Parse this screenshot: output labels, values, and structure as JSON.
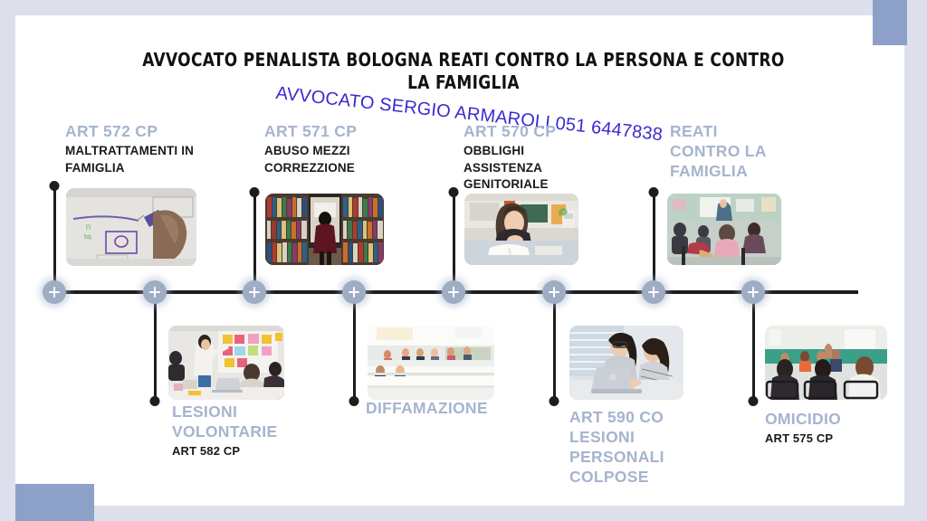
{
  "slide": {
    "title": "AVVOCATO PENALISTA BOLOGNA REATI CONTRO LA PERSONA E CONTRO LA FAMIGLIA",
    "watermark": "AVVOCATO SERGIO ARMAROLI 051 6447838",
    "background_color": "#dde0ec",
    "card_color": "#ffffff",
    "accent_color": "#8da0c8",
    "heading_color": "#a6b4ce",
    "subtitle_color": "#1a1a1a",
    "axis_color": "#1d1d1d",
    "node_color": "#9fadc4",
    "watermark_color": "#3a2ad0"
  },
  "timeline": {
    "node_count": 8,
    "node_icon": "plus-icon",
    "entries": [
      {
        "id": "art-572",
        "position": "top",
        "heading": "ART 572 CP",
        "subtitle": "MALTRATTAMENTI IN\nFAMIGLIA",
        "photo": "whiteboard-hand-drawing-photo"
      },
      {
        "id": "art-571",
        "position": "top",
        "heading": "ART 571 CP",
        "subtitle": "ABUSO MEZZI\nCORREZZIONE",
        "photo": "library-aisle-photo"
      },
      {
        "id": "art-570",
        "position": "top",
        "heading": "ART 570 CP",
        "subtitle": "OBBLIGHI\nASSISTENZA\nGENITORIALE",
        "photo": "student-reading-desk-photo"
      },
      {
        "id": "reati-famiglia",
        "position": "top",
        "heading": "REATI\nCONTRO LA\nFAMIGLIA",
        "subtitle": "",
        "photo": "classroom-students-photo"
      },
      {
        "id": "lesioni-volontarie",
        "position": "bottom",
        "heading": "LESIONI\nVOLONTARIE",
        "subtitle": "ART 582 CP",
        "photo": "workshop-sticky-notes-photo"
      },
      {
        "id": "diffamazione",
        "position": "bottom",
        "heading": "DIFFAMAZIONE",
        "subtitle": "",
        "photo": "lecture-hall-photo"
      },
      {
        "id": "art-590",
        "position": "bottom",
        "heading": "ART 590 CO\nLESIONI\nPERSONALI\nCOLPOSE",
        "subtitle": "",
        "photo": "two-women-laptop-photo"
      },
      {
        "id": "omicidio",
        "position": "bottom",
        "heading": "OMICIDIO",
        "subtitle": "ART 575 CP",
        "photo": "audience-seated-photo"
      }
    ]
  }
}
